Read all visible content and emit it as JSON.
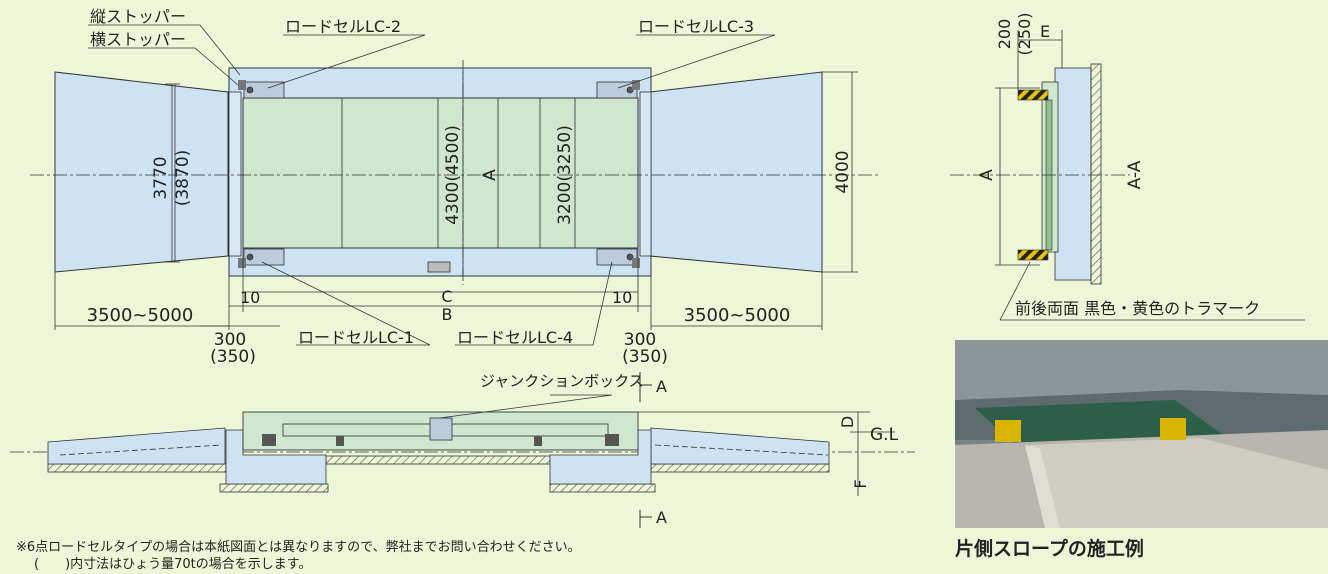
{
  "labels": {
    "tate_stopper": "縦ストッパー",
    "yoko_stopper": "横ストッパー",
    "lc1": "ロードセルLC-1",
    "lc2": "ロードセルLC-2",
    "lc3": "ロードセルLC-3",
    "lc4": "ロードセルLC-4",
    "junction_box": "ジャンクションボックス",
    "tiger_mark": "前後両面 黒色・黄色のトラマーク"
  },
  "dimensions": {
    "d3770": "3770",
    "d3870": "(3870)",
    "d4300": "4300(4500)",
    "d3200": "3200(3250)",
    "A": "A",
    "d4000": "4000",
    "d10_left": "10",
    "d10_right": "10",
    "C": "C",
    "B": "B",
    "ramp_left": "3500~5000",
    "ramp_right": "3500~5000",
    "d300_left": "300",
    "d350_left": "(350)",
    "d300_right": "300",
    "d350_right": "(350)",
    "d200": "200",
    "d250": "(250)",
    "E": "E",
    "section_A": "A",
    "section_AA": "A-A",
    "D": "D",
    "GL": "G.L",
    "F": "F",
    "cut_top": "A",
    "cut_bottom": "A"
  },
  "notes": {
    "line1": "※6点ロードセルタイプの場合は本紙図面とは異なりますので、弊社までお問い合わせください。",
    "line2": "(　　)内寸法はひょう量70tの場合を示します。"
  },
  "photo": {
    "caption": "片側スロープの施工例"
  },
  "colors": {
    "background": "#eef6d8",
    "ramp_fill": "#cde3f3",
    "platform_fill": "#cfe6cf",
    "line": "#333333"
  }
}
